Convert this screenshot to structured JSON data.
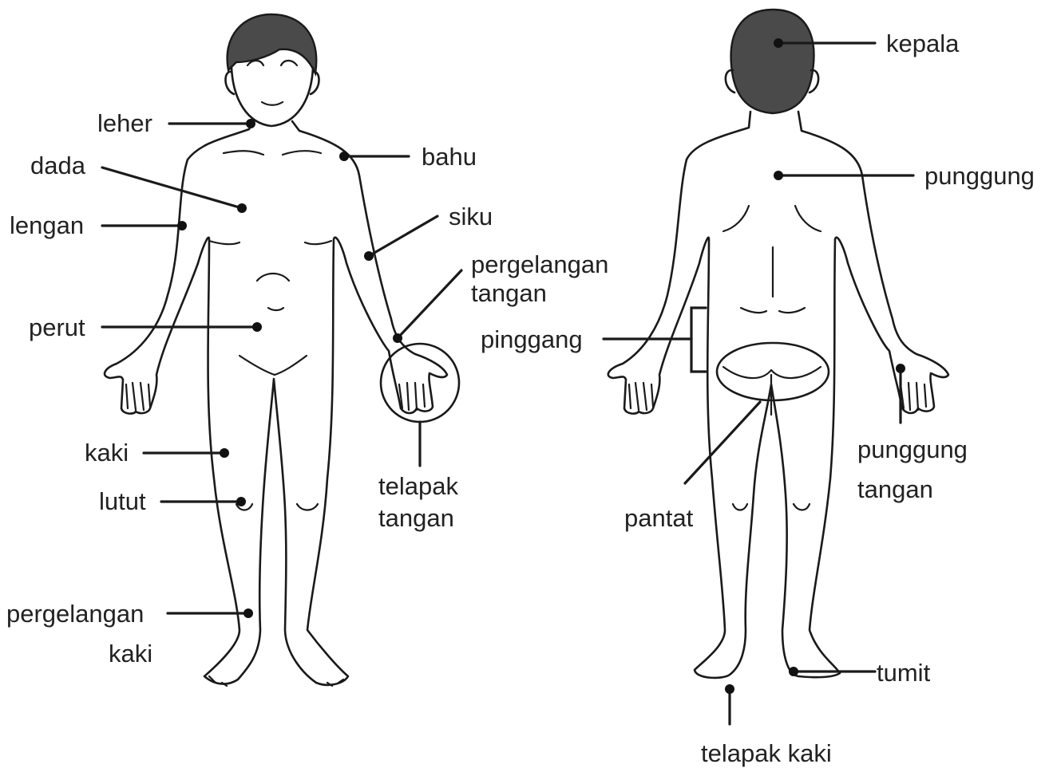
{
  "labels": {
    "leher": "leher",
    "dada": "dada",
    "lengan": "lengan",
    "perut": "perut",
    "kaki": "kaki",
    "lutut": "lutut",
    "pergelangan_kaki_1": "pergelangan",
    "pergelangan_kaki_2": "kaki",
    "bahu": "bahu",
    "siku": "siku",
    "pergelangan_tangan_1": "pergelangan",
    "pergelangan_tangan_2": "tangan",
    "telapak_tangan_1": "telapak",
    "telapak_tangan_2": "tangan",
    "kepala": "kepala",
    "punggung": "punggung",
    "pinggang": "pinggang",
    "pantat": "pantat",
    "punggung_tangan_1": "punggung",
    "punggung_tangan_2": "tangan",
    "tumit": "tumit",
    "telapak_kaki": "telapak kaki"
  },
  "colors": {
    "ink": "#1a1a1a",
    "hair": "#4a4a4a",
    "background": "#ffffff"
  }
}
